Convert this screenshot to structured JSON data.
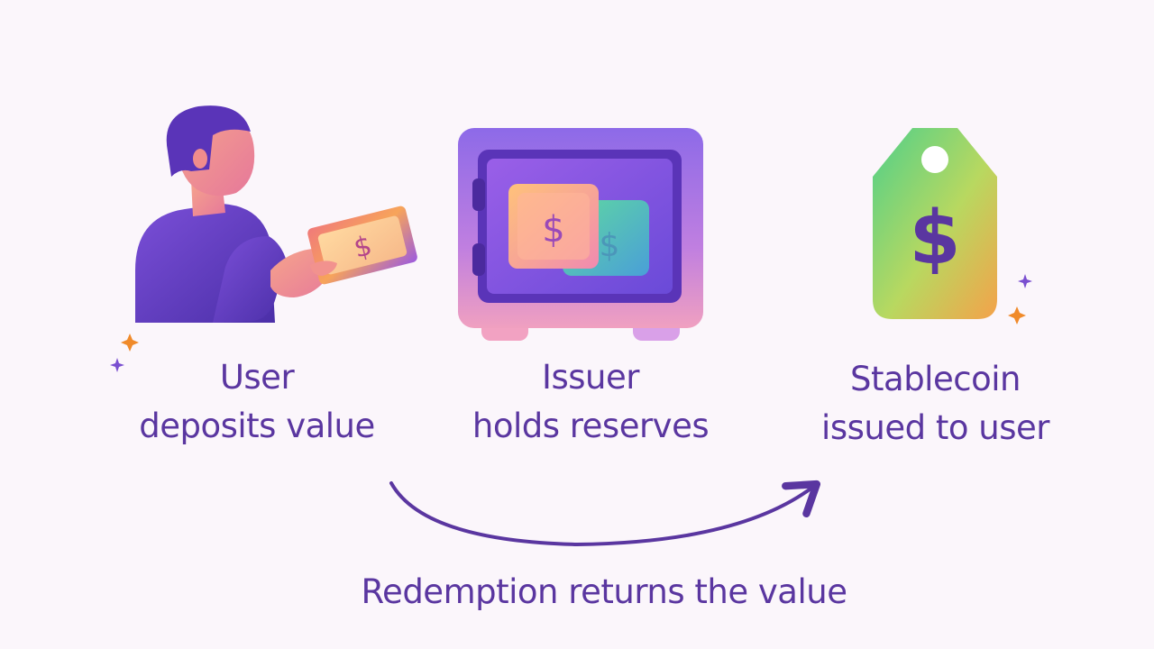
{
  "steps": [
    {
      "id": "user",
      "lines": [
        "User",
        "deposits value"
      ],
      "icon": "person-with-banknote-icon"
    },
    {
      "id": "issuer",
      "lines": [
        "Issuer",
        "holds reserves"
      ],
      "icon": "vault-with-reserves-icon"
    },
    {
      "id": "stablecoin",
      "lines": [
        "Stablecoin",
        "issued to user"
      ],
      "icon": "stablecoin-tag-icon"
    }
  ],
  "redemption": {
    "label": "Redemption returns the value"
  },
  "glyphs": {
    "currency": "$"
  },
  "colors": {
    "text": "#5a36a0",
    "arrow": "#5a36a0",
    "background": "#fbf6fb",
    "sparkle_orange": "#f08a2a",
    "sparkle_purple": "#7a4fd0"
  }
}
